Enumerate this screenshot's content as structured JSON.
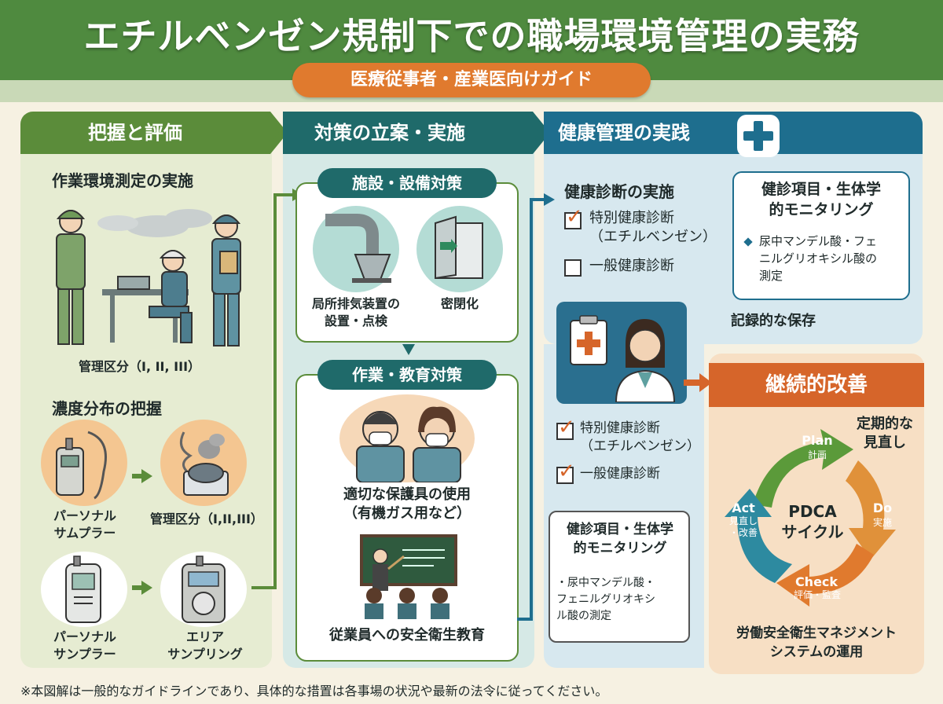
{
  "header": {
    "title": "エチルベンゼン規制下での職場環境管理の実務",
    "subtitle": "医療従事者・産業医向けガイド"
  },
  "columns": {
    "assess": {
      "heading": "把握と評価",
      "measurement_title": "作業環境測定の実施",
      "mgmt_class_1": "管理区分（I, II, III）",
      "distribution_title": "濃度分布の把握",
      "mgmt_class_2": "管理区分（I,II,III）",
      "device_personal_sampler_1": "パーソナル\nサムプラー",
      "device_personal_sampler_2": "パーソナル\nサンプラー",
      "device_area_sampling": "エリア\nサンプリング"
    },
    "measures": {
      "heading": "対策の立案・実施",
      "facility_title": "施設・設備対策",
      "local_exhaust": "局所排気装置の\n設置・点検",
      "enclosure": "密閉化",
      "work_edu_title": "作業・教育対策",
      "ppe": "適切な保護具の使用\n（有機ガス用など）",
      "education": "従業員への安全衛生教育"
    },
    "health": {
      "heading": "健康管理の実践",
      "checkup_title": "健康診断の実施",
      "special_exam": "特別健康診断\n（エチルベンゼン）",
      "general_exam": "一般健康診断",
      "monitoring_title": "健診項目・生体学\n的モニタリング",
      "monitoring_item": "尿中マンデル酸・フェ\nニルグリオキシル酸の\n測定",
      "records": "記録的な保存",
      "special_exam_2": "特別健康診断\n（エチルベンゼン）",
      "general_exam_2": "一般健康診断",
      "monitoring_title_2": "健診項目・生体学\n的モニタリング",
      "monitoring_item_2": "・尿中マンデル酸・\nフェニルグリオキシ\nル酸の測定"
    },
    "improve": {
      "heading": "継続的改善",
      "periodic_review": "定期的な\n見直し",
      "pdca_center": "PDCA\nサイクル",
      "plan": "Plan",
      "plan_jp": "計画",
      "do": "Do",
      "do_jp": "実施",
      "check": "Check",
      "check_jp": "評価・監査",
      "act": "Act",
      "act_jp": "見直し\n・改善",
      "system": "労働安全衛生マネジメント\nシステムの運用"
    }
  },
  "footnote": "※本図解は一般的なガイドラインであり、具体的な措置は各事場の状況や最新の法令に従ってください。",
  "colors": {
    "green": "#5b8c3a",
    "teal": "#1f6a6a",
    "blue": "#1e6e8e",
    "orange": "#d6652a"
  }
}
